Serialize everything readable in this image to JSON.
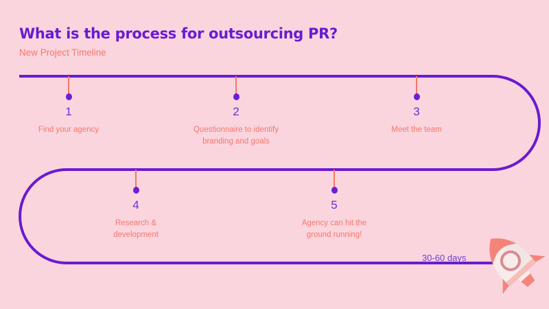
{
  "header": {
    "title": "What is the process for outsourcing PR?",
    "subtitle": "New Project Timeline"
  },
  "timeline": {
    "duration_caption": "30-60 days",
    "rocket_icon": "rocket-icon",
    "steps": [
      {
        "number": "1",
        "label": "Find your agency"
      },
      {
        "number": "2",
        "label": "Questionnaire to identify\nbranding and goals"
      },
      {
        "number": "3",
        "label": "Meet the team"
      },
      {
        "number": "4",
        "label": "Research &\ndevelopment"
      },
      {
        "number": "5",
        "label": "Agency can hit the\nground running!"
      }
    ]
  },
  "colors": {
    "background": "#FBD5DE",
    "purple": "#6A1BD1",
    "coral": "#F4776B",
    "dot": "#6C1FD6",
    "rocket_body": "#F7ECEA",
    "rocket_accent": "#F4847A"
  }
}
